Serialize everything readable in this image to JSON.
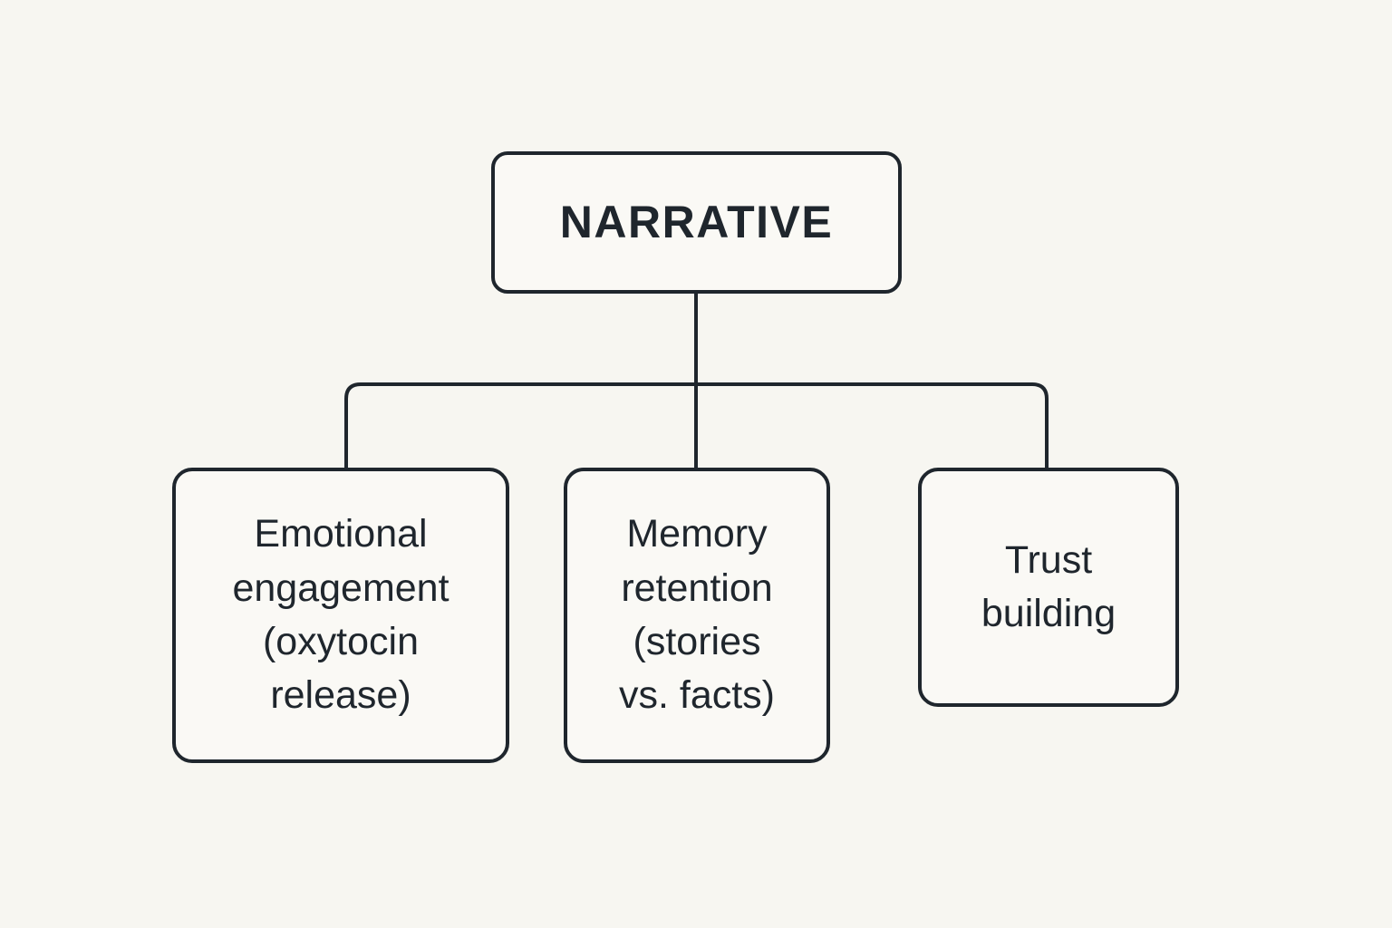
{
  "canvas": {
    "background_color": "#f7f6f1",
    "stroke_color": "#1f262d",
    "node_fill_color": "#faf9f5"
  },
  "diagram": {
    "type": "hierarchy-tree",
    "root": {
      "label": "NARRATIVE"
    },
    "children": [
      {
        "label": "Emotional\nengagement\n(oxytocin\nrelease)",
        "plain_label": "Emotional engagement (oxytocin release)"
      },
      {
        "label": "Memory\nretention\n(stories\nvs. facts)",
        "plain_label": "Memory retention (stories vs. facts)"
      },
      {
        "label": "Trust\nbuilding",
        "plain_label": "Trust building"
      }
    ]
  }
}
